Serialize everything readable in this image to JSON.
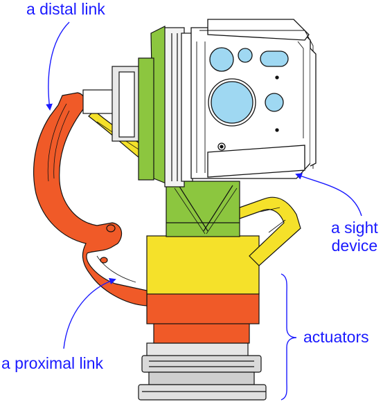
{
  "labels": {
    "distal_link": "a distal link",
    "proximal_link": "a proximal link",
    "sight_device_line1": "a sight",
    "sight_device_line2": "device",
    "actuators": "actuators"
  },
  "colors": {
    "label_text": "#1a1aff",
    "proximal_link": "#f05a28",
    "distal_link": "#f5e12a",
    "actuator_yellow": "#f5e12a",
    "actuator_orange": "#f05a28",
    "mount_green": "#8cc63f",
    "lens_blue": "#9fd8f2",
    "housing": "#ffffff",
    "base_gray": "#d9d9d9",
    "outline": "#111111"
  },
  "icons": [
    "distal-link-arm",
    "proximal-link-arm",
    "sight-device",
    "actuator-stack",
    "base-mount"
  ]
}
